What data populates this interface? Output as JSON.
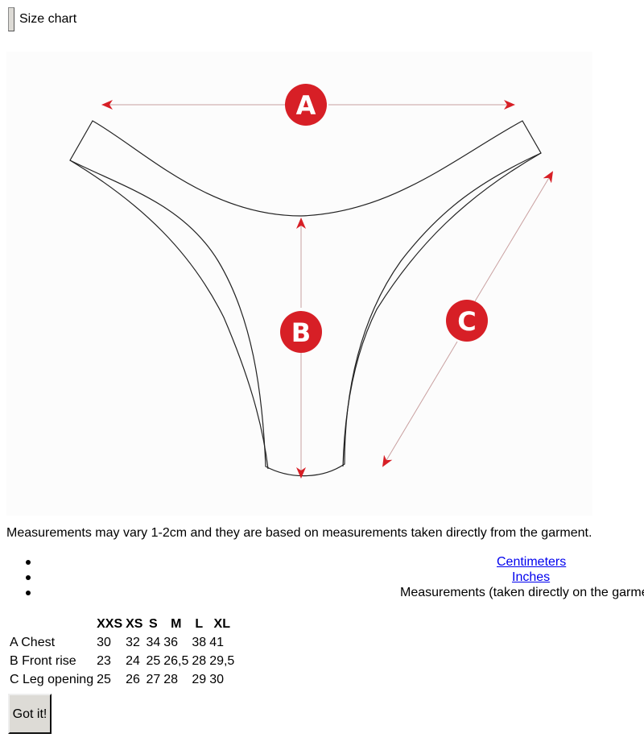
{
  "header": {
    "title": "Size chart"
  },
  "diagram": {
    "markers": [
      "A",
      "B",
      "C"
    ],
    "accent_color": "#d71f26"
  },
  "note": "Measurements may vary 1-2cm and they are based on measurements taken directly from the garment.",
  "units": {
    "centimeters": "Centimeters",
    "inches": "Inches",
    "caption": "Measurements (taken directly on the garment)"
  },
  "table": {
    "corner": "",
    "headers": [
      "XXS",
      "XS",
      "S",
      "M",
      "L",
      "XL"
    ],
    "rows": [
      {
        "label": "A Chest",
        "values": [
          "30",
          "32",
          "34",
          "36",
          "38",
          "41"
        ]
      },
      {
        "label": "B Front rise",
        "values": [
          "23",
          "24",
          "25",
          "26,5",
          "28",
          "29,5"
        ]
      },
      {
        "label": "C Leg opening",
        "values": [
          "25",
          "26",
          "27",
          "28",
          "29",
          "30"
        ]
      }
    ]
  },
  "buttons": {
    "got_it": "Got it!"
  }
}
